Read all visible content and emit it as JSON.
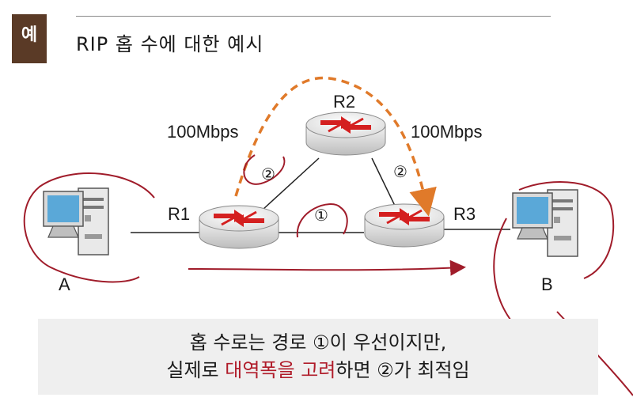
{
  "badge": "예",
  "title": "RIP 홉 수에 대한 예시",
  "labels": {
    "r1": "R1",
    "r2": "R2",
    "r3": "R3",
    "host_a": "A",
    "host_b": "B",
    "bw_left": "100Mbps",
    "bw_right": "100Mbps",
    "path1": "①",
    "path2_left": "②",
    "path2_right": "②"
  },
  "caption": {
    "line1": "홉 수로는 경로 ①이 우선이지만,",
    "line2_pre": "실제로 ",
    "line2_hl": "대역폭을 고려",
    "line2_post": "하면 ②가 최적임"
  },
  "colors": {
    "badge": "#5a3a26",
    "path_dashed": "#e07a2a",
    "annotation_red": "#a01c2a",
    "highlight": "#b01c2a",
    "router_arrow": "#d42020",
    "monitor_screen": "#5aa8d8"
  }
}
